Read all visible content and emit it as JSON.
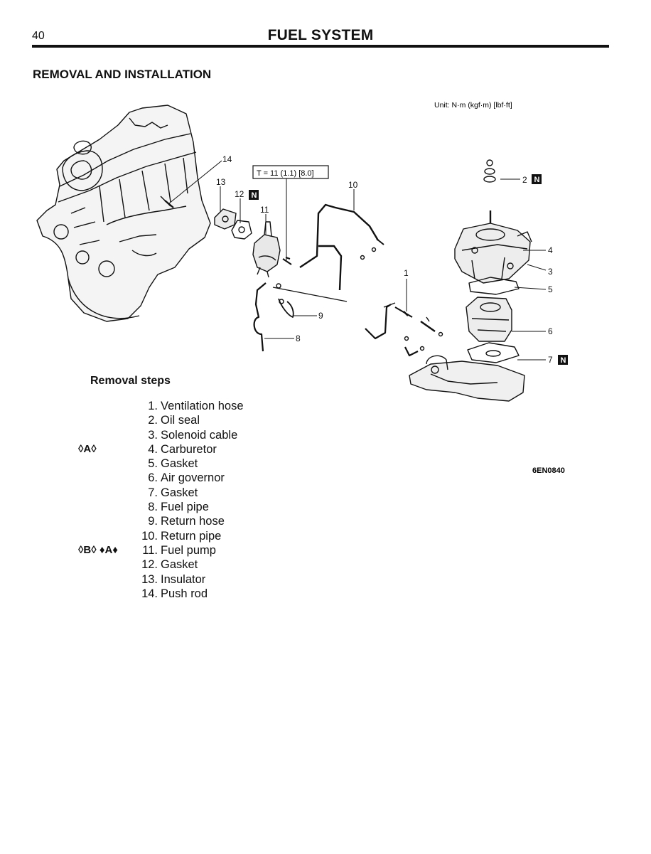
{
  "header": {
    "page_number": "40",
    "section_title": "FUEL SYSTEM"
  },
  "subtitle": "REMOVAL AND INSTALLATION",
  "diagram": {
    "unit_note": "Unit: N·m (kgf·m) [lbf·ft]",
    "torque_spec": "T = 11 (1.1) [8.0]",
    "figure_code": "6EN0840",
    "new_part_mark": "N",
    "callouts": [
      "1",
      "2",
      "3",
      "4",
      "5",
      "6",
      "7",
      "8",
      "9",
      "10",
      "11",
      "12",
      "13",
      "14"
    ]
  },
  "removal": {
    "heading": "Removal steps",
    "steps": [
      {
        "marks": "",
        "num": "1.",
        "label": "Ventilation hose"
      },
      {
        "marks": "",
        "num": "2.",
        "label": "Oil seal"
      },
      {
        "marks": "",
        "num": "3.",
        "label": "Solenoid cable"
      },
      {
        "marks": "◊A◊",
        "num": "4.",
        "label": "Carburetor"
      },
      {
        "marks": "",
        "num": "5.",
        "label": "Gasket"
      },
      {
        "marks": "",
        "num": "6.",
        "label": "Air governor"
      },
      {
        "marks": "",
        "num": "7.",
        "label": "Gasket"
      },
      {
        "marks": "",
        "num": "8.",
        "label": "Fuel pipe"
      },
      {
        "marks": "",
        "num": "9.",
        "label": "Return hose"
      },
      {
        "marks": "",
        "num": "10.",
        "label": "Return pipe"
      },
      {
        "marks": "◊B◊  ♦A♦",
        "num": "11.",
        "label": "Fuel pump"
      },
      {
        "marks": "",
        "num": "12.",
        "label": "Gasket"
      },
      {
        "marks": "",
        "num": "13.",
        "label": "Insulator"
      },
      {
        "marks": "",
        "num": "14.",
        "label": "Push rod"
      }
    ]
  }
}
